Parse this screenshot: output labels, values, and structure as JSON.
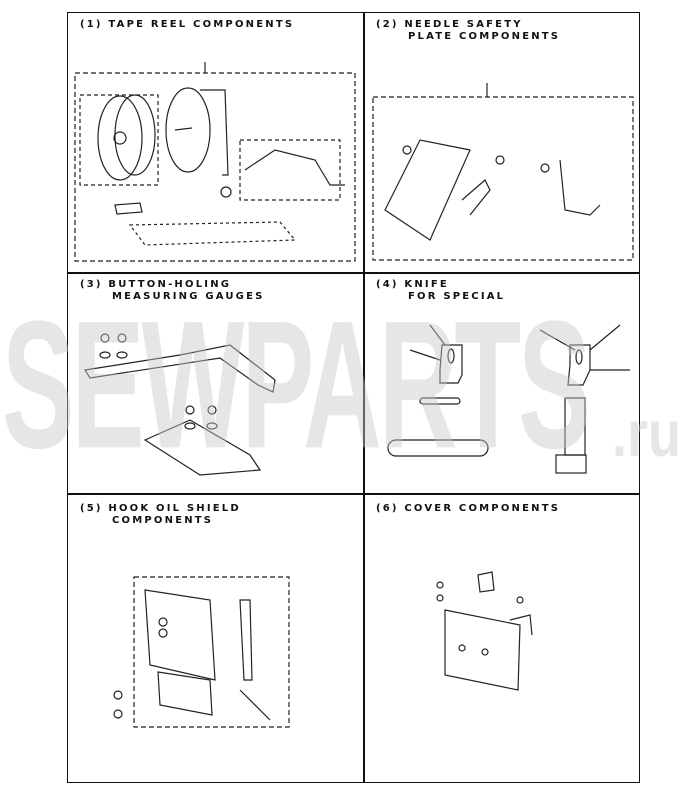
{
  "panels": [
    {
      "number": "(1)",
      "title": "TAPE REEL COMPONENTS",
      "subtitle": ""
    },
    {
      "number": "(2)",
      "title": "NEEDLE SAFETY",
      "subtitle": "PLATE COMPONENTS"
    },
    {
      "number": "(3)",
      "title": "BUTTON-HOLING",
      "subtitle": "MEASURING GAUGES"
    },
    {
      "number": "(4)",
      "title": "KNIFE",
      "subtitle": "FOR SPECIAL"
    },
    {
      "number": "(5)",
      "title": "HOOK OIL SHIELD",
      "subtitle": "COMPONENTS"
    },
    {
      "number": "(6)",
      "title": "COVER COMPONENTS",
      "subtitle": ""
    }
  ],
  "watermark": {
    "main": "SEWPARTS",
    "suffix": ".ru"
  }
}
